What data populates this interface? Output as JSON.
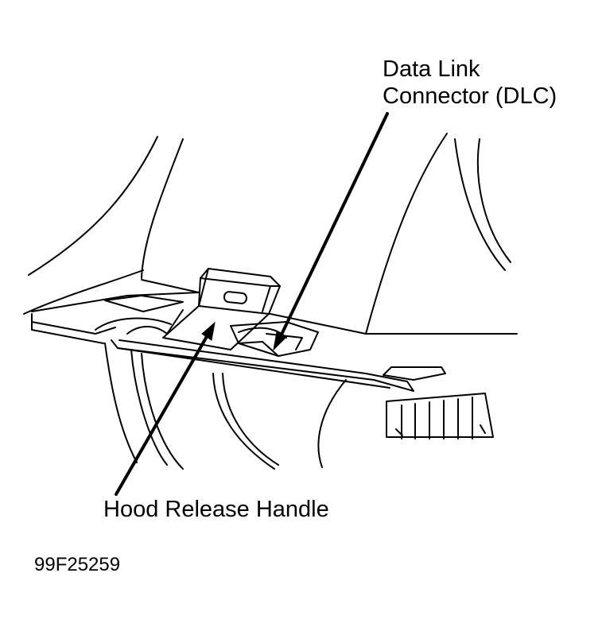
{
  "labels": {
    "dlc_line1": "Data Link",
    "dlc_line2": "Connector (DLC)",
    "hood_release": "Hood Release Handle",
    "figure_code": "99F25259"
  },
  "colors": {
    "line": "#000000",
    "background": "#ffffff"
  }
}
